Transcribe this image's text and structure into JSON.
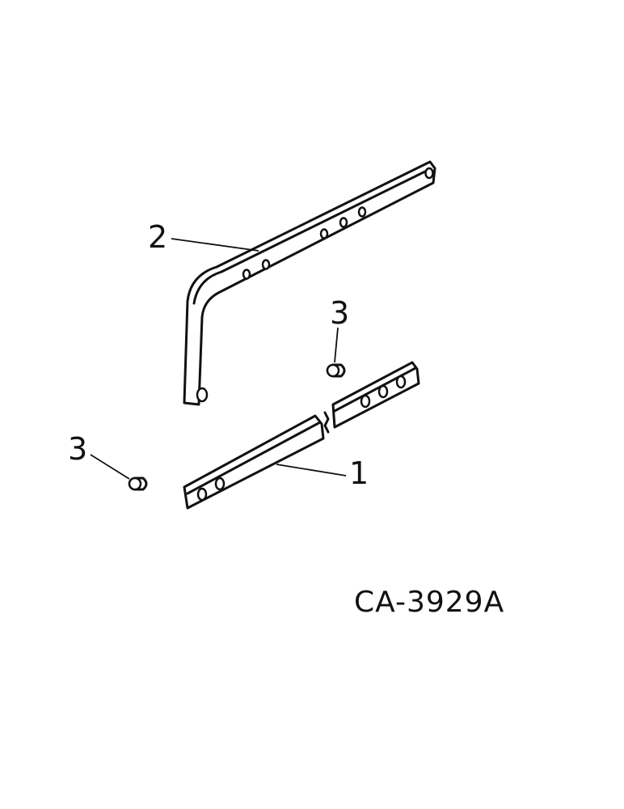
{
  "parts": [
    {
      "callout": "1",
      "name": "straight bar"
    },
    {
      "callout": "2",
      "name": "bent bar"
    },
    {
      "callout": "3",
      "name": "plug"
    },
    {
      "callout": "3",
      "name": "plug"
    }
  ],
  "reference_code": "CA-3929A"
}
